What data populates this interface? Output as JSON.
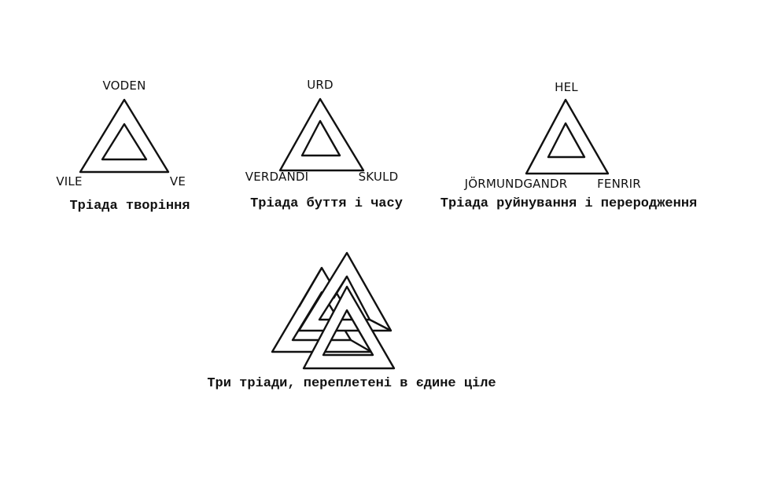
{
  "triads": [
    {
      "top": "VODEN",
      "left": "VILE",
      "right": "VE",
      "caption": "Тріада творіння"
    },
    {
      "top": "URD",
      "left": "VERDANDI",
      "right": "SKULD",
      "caption": "Тріада буття і часу"
    },
    {
      "top": "HEL",
      "left": "JÖRMUNDGANDR",
      "right": "FENRIR",
      "caption": "Тріада руйнування і переродження"
    }
  ],
  "valknut": {
    "caption": "Три тріади, переплетені в єдине ціле"
  }
}
